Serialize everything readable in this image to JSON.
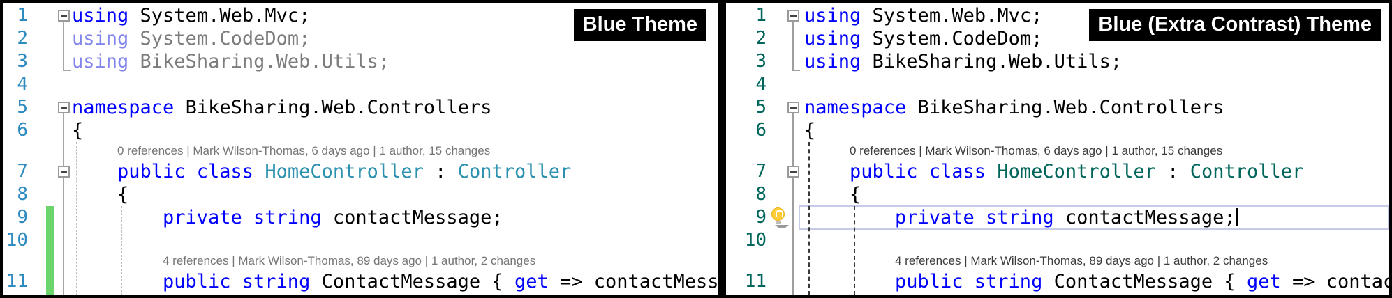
{
  "panels": [
    {
      "badge_label": "Blue Theme",
      "colors": {
        "line_number": "#2E8BC0",
        "keyword": "#0000FF",
        "type": "#2B91AF",
        "plain": "#000000",
        "faded_keyword": "#8285EC",
        "faded_plain": "#7C7C7C",
        "codelens": "#767676",
        "guide": "#BDBDBD",
        "outline": "#A6A6A6",
        "change_bar": "#6BD56B",
        "current_line_border": null
      },
      "guide_thickness": 1,
      "rows": [
        {
          "kind": "code",
          "num": "1",
          "fold": true,
          "indent": 0,
          "tokens": [
            {
              "text": "using",
              "style": "keyword"
            },
            {
              "text": " System.Web.Mvc;",
              "style": "plain"
            }
          ]
        },
        {
          "kind": "code",
          "num": "2",
          "indent": 0,
          "tokens": [
            {
              "text": "using",
              "style": "faded_keyword"
            },
            {
              "text": " System.CodeDom;",
              "style": "faded_plain"
            }
          ]
        },
        {
          "kind": "code",
          "num": "3",
          "indent": 0,
          "tokens": [
            {
              "text": "using",
              "style": "faded_keyword"
            },
            {
              "text": " BikeSharing.Web.Utils;",
              "style": "faded_plain"
            }
          ]
        },
        {
          "kind": "code",
          "num": "4",
          "indent": 0,
          "tokens": []
        },
        {
          "kind": "code",
          "num": "5",
          "fold": true,
          "indent": 0,
          "tokens": [
            {
              "text": "namespace",
              "style": "keyword"
            },
            {
              "text": " BikeSharing.Web.Controllers",
              "style": "plain"
            }
          ]
        },
        {
          "kind": "code",
          "num": "6",
          "indent": 0,
          "tokens": [
            {
              "text": "{",
              "style": "plain"
            }
          ]
        },
        {
          "kind": "lens",
          "indent": 4,
          "text": "0 references | Mark Wilson-Thomas, 6 days ago | 1 author, 15 changes"
        },
        {
          "kind": "code",
          "num": "7",
          "fold": true,
          "indent": 4,
          "tokens": [
            {
              "text": "public class",
              "style": "keyword"
            },
            {
              "text": " ",
              "style": "plain"
            },
            {
              "text": "HomeController",
              "style": "type"
            },
            {
              "text": " : ",
              "style": "plain"
            },
            {
              "text": "Controller",
              "style": "type"
            }
          ]
        },
        {
          "kind": "code",
          "num": "8",
          "indent": 4,
          "tokens": [
            {
              "text": "{",
              "style": "plain"
            }
          ]
        },
        {
          "kind": "code",
          "num": "9",
          "indent": 8,
          "tokens": [
            {
              "text": "private string",
              "style": "keyword"
            },
            {
              "text": " contactMessage;",
              "style": "plain"
            }
          ]
        },
        {
          "kind": "code",
          "num": "10",
          "indent": 0,
          "tokens": []
        },
        {
          "kind": "lens",
          "indent": 8,
          "text": "4 references | Mark Wilson-Thomas, 89 days ago | 1 author, 2 changes"
        },
        {
          "kind": "code",
          "num": "11",
          "indent": 8,
          "tokens": [
            {
              "text": "public string",
              "style": "keyword"
            },
            {
              "text": " ContactMessage { ",
              "style": "plain"
            },
            {
              "text": "get",
              "style": "keyword"
            },
            {
              "text": " => contactMessage",
              "style": "plain"
            }
          ]
        }
      ],
      "guides": [
        {
          "col": 0,
          "from_row": 6
        },
        {
          "col": 4,
          "from_row": 9
        }
      ],
      "outline_segments": [
        {
          "from_row": 0,
          "to_row": 2,
          "corner": true
        },
        {
          "from_row": 4,
          "to_row": 7
        },
        {
          "from_row": 7,
          "to_bottom": true
        }
      ],
      "change_bar_from_row": 9,
      "lightbulb_row": null,
      "current_line_row": null,
      "caret_row": null
    },
    {
      "badge_label": "Blue (Extra Contrast) Theme",
      "colors": {
        "line_number": "#00665C",
        "keyword": "#0000FF",
        "type": "#00665C",
        "plain": "#000000",
        "faded_keyword": "#0000FF",
        "faded_plain": "#000000",
        "codelens": "#3C3C3C",
        "guide": "#3A3A3A",
        "outline": "#9E9E9E",
        "change_bar": null,
        "current_line_border": "#C5CBE8"
      },
      "guide_thickness": 2,
      "rows": [
        {
          "kind": "code",
          "num": "1",
          "fold": true,
          "indent": 0,
          "tokens": [
            {
              "text": "using",
              "style": "keyword"
            },
            {
              "text": " System.Web.Mvc;",
              "style": "plain"
            }
          ]
        },
        {
          "kind": "code",
          "num": "2",
          "indent": 0,
          "tokens": [
            {
              "text": "using",
              "style": "keyword"
            },
            {
              "text": " System.CodeDom;",
              "style": "plain"
            }
          ]
        },
        {
          "kind": "code",
          "num": "3",
          "indent": 0,
          "tokens": [
            {
              "text": "using",
              "style": "keyword"
            },
            {
              "text": " BikeSharing.Web.Utils;",
              "style": "plain"
            }
          ]
        },
        {
          "kind": "code",
          "num": "4",
          "indent": 0,
          "tokens": []
        },
        {
          "kind": "code",
          "num": "5",
          "fold": true,
          "indent": 0,
          "tokens": [
            {
              "text": "namespace",
              "style": "keyword"
            },
            {
              "text": " BikeSharing.Web.Controllers",
              "style": "plain"
            }
          ]
        },
        {
          "kind": "code",
          "num": "6",
          "indent": 0,
          "tokens": [
            {
              "text": "{",
              "style": "plain"
            }
          ]
        },
        {
          "kind": "lens",
          "indent": 4,
          "text": "0 references | Mark Wilson-Thomas, 6 days ago | 1 author, 15 changes"
        },
        {
          "kind": "code",
          "num": "7",
          "fold": true,
          "indent": 4,
          "tokens": [
            {
              "text": "public class",
              "style": "keyword"
            },
            {
              "text": " ",
              "style": "plain"
            },
            {
              "text": "HomeController",
              "style": "type"
            },
            {
              "text": " : ",
              "style": "plain"
            },
            {
              "text": "Controller",
              "style": "type"
            }
          ]
        },
        {
          "kind": "code",
          "num": "8",
          "indent": 4,
          "tokens": [
            {
              "text": "{",
              "style": "plain"
            }
          ]
        },
        {
          "kind": "code",
          "num": "9",
          "indent": 8,
          "tokens": [
            {
              "text": "private string",
              "style": "keyword"
            },
            {
              "text": " contactMessage;",
              "style": "plain"
            }
          ],
          "caret": true
        },
        {
          "kind": "code",
          "num": "10",
          "indent": 0,
          "tokens": []
        },
        {
          "kind": "lens",
          "indent": 8,
          "text": "4 references | Mark Wilson-Thomas, 89 days ago | 1 author, 2 changes"
        },
        {
          "kind": "code",
          "num": "11",
          "indent": 8,
          "tokens": [
            {
              "text": "public string",
              "style": "keyword"
            },
            {
              "text": " ContactMessage { ",
              "style": "plain"
            },
            {
              "text": "get",
              "style": "keyword"
            },
            {
              "text": " => contactMessage",
              "style": "plain"
            }
          ]
        }
      ],
      "guides": [
        {
          "col": 0,
          "from_row": 6
        },
        {
          "col": 4,
          "from_row": 9
        }
      ],
      "outline_segments": [
        {
          "from_row": 0,
          "to_row": 2,
          "corner": true
        },
        {
          "from_row": 4,
          "to_row": 7
        },
        {
          "from_row": 7,
          "to_bottom": true
        }
      ],
      "change_bar_from_row": null,
      "lightbulb_row": 9,
      "current_line_row": 9,
      "caret_row": 9
    }
  ]
}
